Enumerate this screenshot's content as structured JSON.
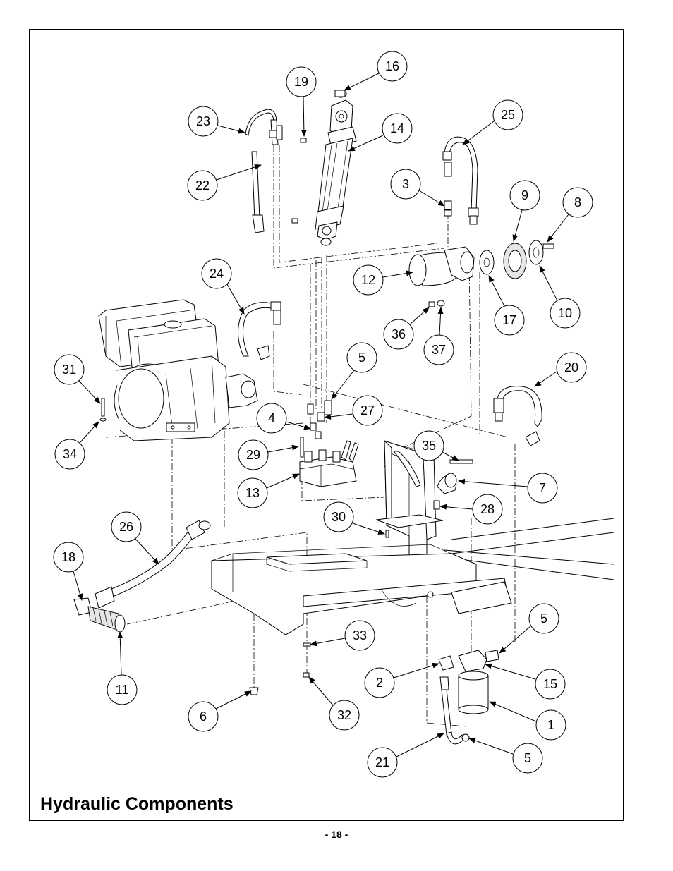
{
  "title": "Hydraulic Components",
  "page_number": "- 18 -",
  "callouts": [
    "16",
    "19",
    "23",
    "14",
    "25",
    "22",
    "3",
    "9",
    "8",
    "12",
    "24",
    "17",
    "10",
    "36",
    "37",
    "31",
    "5",
    "20",
    "4",
    "27",
    "34",
    "29",
    "35",
    "13",
    "7",
    "28",
    "30",
    "26",
    "18",
    "5",
    "33",
    "2",
    "15",
    "11",
    "6",
    "32",
    "1",
    "21",
    "5"
  ]
}
